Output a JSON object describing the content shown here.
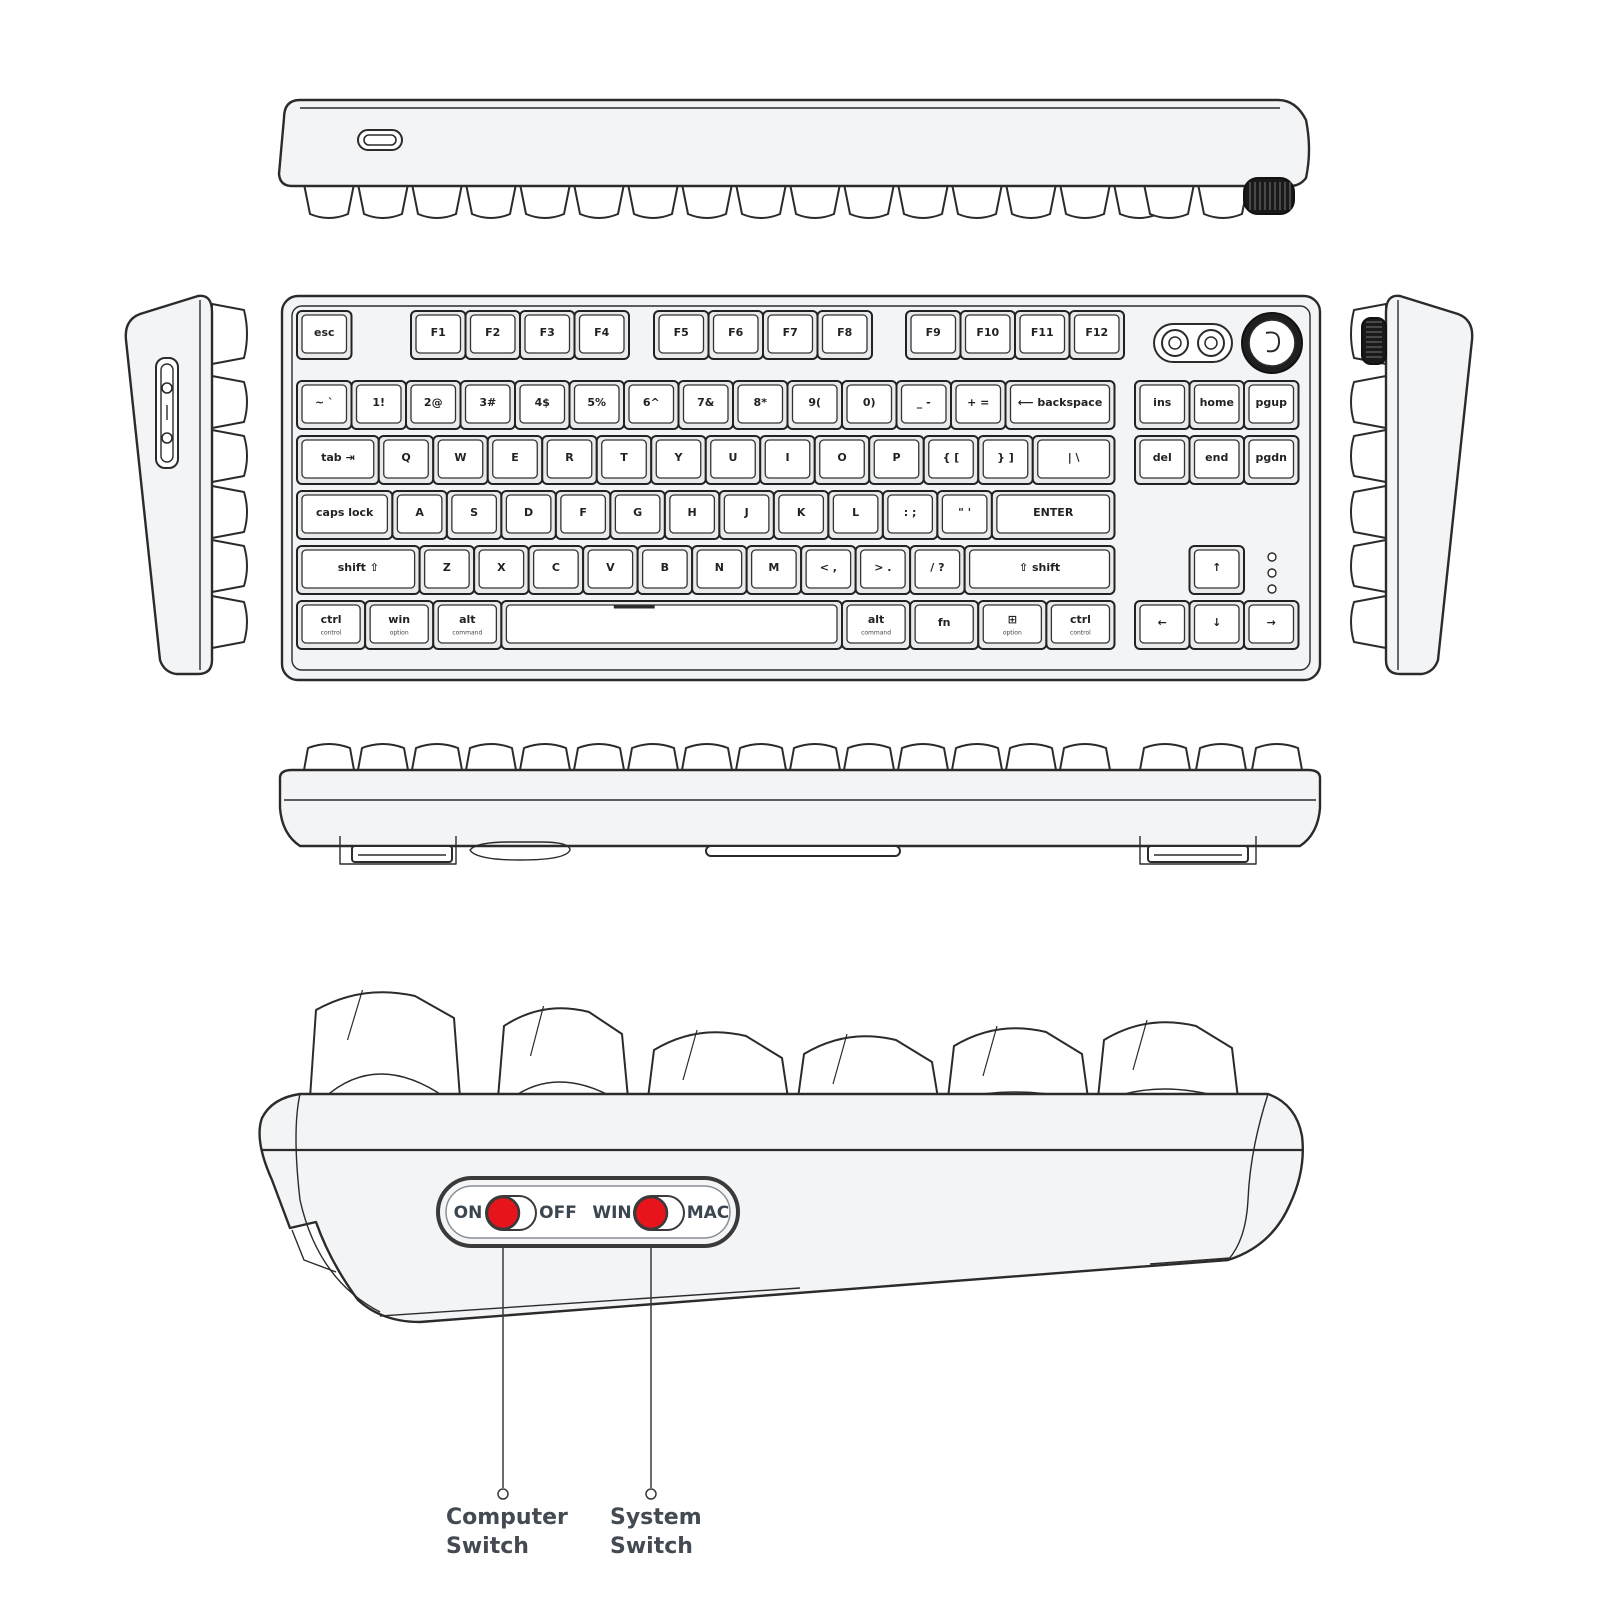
{
  "colors": {
    "outline": "#2b2b2b",
    "switch_knob": "#e8141b",
    "switch_text": "#3c4650",
    "callout_text": "#444a52",
    "enter_key": "#1f1f1f"
  },
  "keyboard_top": {
    "row_f": [
      {
        "main": "esc",
        "sub": ""
      },
      {
        "main": "F1",
        "sub": ""
      },
      {
        "main": "F2",
        "sub": ""
      },
      {
        "main": "F3",
        "sub": ""
      },
      {
        "main": "F4",
        "sub": ""
      },
      {
        "main": "F5",
        "sub": ""
      },
      {
        "main": "F6",
        "sub": ""
      },
      {
        "main": "F7",
        "sub": ""
      },
      {
        "main": "F8",
        "sub": ""
      },
      {
        "main": "F9",
        "sub": ""
      },
      {
        "main": "F10",
        "sub": ""
      },
      {
        "main": "F11",
        "sub": ""
      },
      {
        "main": "F12",
        "sub": ""
      }
    ],
    "row_num": [
      {
        "main": "~ `",
        "sub": ""
      },
      {
        "main": "1!",
        "sub": ""
      },
      {
        "main": "2@",
        "sub": ""
      },
      {
        "main": "3#",
        "sub": ""
      },
      {
        "main": "4$",
        "sub": ""
      },
      {
        "main": "5%",
        "sub": ""
      },
      {
        "main": "6^",
        "sub": ""
      },
      {
        "main": "7&",
        "sub": ""
      },
      {
        "main": "8*",
        "sub": ""
      },
      {
        "main": "9(",
        "sub": ""
      },
      {
        "main": "0)",
        "sub": ""
      },
      {
        "main": "_ -",
        "sub": ""
      },
      {
        "main": "+ =",
        "sub": ""
      },
      {
        "main": "⟵ backspace",
        "sub": ""
      }
    ],
    "row_q": [
      {
        "main": "tab ⇥",
        "sub": ""
      },
      {
        "main": "Q",
        "sub": ""
      },
      {
        "main": "W",
        "sub": ""
      },
      {
        "main": "E",
        "sub": ""
      },
      {
        "main": "R",
        "sub": ""
      },
      {
        "main": "T",
        "sub": ""
      },
      {
        "main": "Y",
        "sub": ""
      },
      {
        "main": "U",
        "sub": ""
      },
      {
        "main": "I",
        "sub": ""
      },
      {
        "main": "O",
        "sub": ""
      },
      {
        "main": "P",
        "sub": ""
      },
      {
        "main": "{ [",
        "sub": ""
      },
      {
        "main": "} ]",
        "sub": ""
      },
      {
        "main": "| \\",
        "sub": ""
      }
    ],
    "row_a": [
      {
        "main": "caps lock",
        "sub": ""
      },
      {
        "main": "A",
        "sub": ""
      },
      {
        "main": "S",
        "sub": ""
      },
      {
        "main": "D",
        "sub": ""
      },
      {
        "main": "F",
        "sub": ""
      },
      {
        "main": "G",
        "sub": ""
      },
      {
        "main": "H",
        "sub": ""
      },
      {
        "main": "J",
        "sub": ""
      },
      {
        "main": "K",
        "sub": ""
      },
      {
        "main": "L",
        "sub": ""
      },
      {
        "main": ": ;",
        "sub": ""
      },
      {
        "main": "\" '",
        "sub": ""
      },
      {
        "main": "ENTER",
        "sub": ""
      }
    ],
    "row_z": [
      {
        "main": "shift ⇧",
        "sub": ""
      },
      {
        "main": "Z",
        "sub": ""
      },
      {
        "main": "X",
        "sub": ""
      },
      {
        "main": "C",
        "sub": ""
      },
      {
        "main": "V",
        "sub": ""
      },
      {
        "main": "B",
        "sub": ""
      },
      {
        "main": "N",
        "sub": ""
      },
      {
        "main": "M",
        "sub": ""
      },
      {
        "main": "< ,",
        "sub": ""
      },
      {
        "main": "> .",
        "sub": ""
      },
      {
        "main": "/ ?",
        "sub": ""
      },
      {
        "main": "⇧ shift",
        "sub": ""
      }
    ],
    "row_mod": [
      {
        "main": "ctrl",
        "sub": "control"
      },
      {
        "main": "win",
        "sub": "option"
      },
      {
        "main": "alt",
        "sub": "command"
      },
      {
        "main": "",
        "sub": ""
      },
      {
        "main": "alt",
        "sub": "command"
      },
      {
        "main": "fn",
        "sub": ""
      },
      {
        "main": "⊞",
        "sub": "option"
      },
      {
        "main": "ctrl",
        "sub": "control"
      }
    ],
    "nav": [
      {
        "main": "ins",
        "sub": ""
      },
      {
        "main": "home",
        "sub": ""
      },
      {
        "main": "pgup",
        "sub": ""
      },
      {
        "main": "del",
        "sub": ""
      },
      {
        "main": "end",
        "sub": ""
      },
      {
        "main": "pgdn",
        "sub": ""
      }
    ],
    "arrows": [
      {
        "main": "↑",
        "sub": ""
      },
      {
        "main": "←",
        "sub": ""
      },
      {
        "main": "↓",
        "sub": ""
      },
      {
        "main": "→",
        "sub": ""
      }
    ]
  },
  "switch_panel": {
    "on_label": "ON",
    "off_label": "OFF",
    "win_label": "WIN",
    "mac_label": "MAC"
  },
  "callouts": {
    "computer_line1": "Computer",
    "computer_line2": "Switch",
    "system_line1": "System",
    "system_line2": "Switch"
  }
}
